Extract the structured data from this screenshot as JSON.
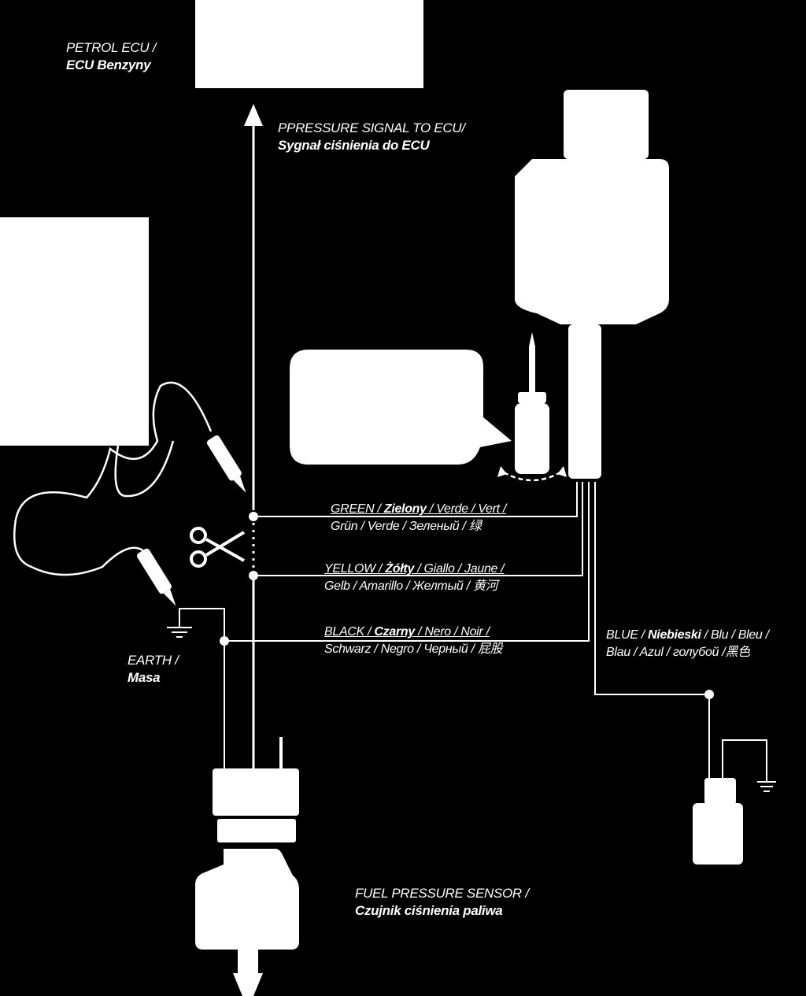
{
  "labels": {
    "petrol_ecu": {
      "line1": "PETROL ECU /",
      "line2": "ECU Benzyny"
    },
    "pressure_signal": {
      "line1": "PPRESSURE SIGNAL TO ECU/",
      "line2": "Sygnał ciśnienia do ECU"
    },
    "green_wire": {
      "en": "GREEN / ",
      "pl": "Zielony",
      "rest1": " / Verde / Vert /",
      "line2": "Grün / Verde / Зеленый / 绿"
    },
    "yellow_wire": {
      "en": "YELLOW / ",
      "pl": "Żółty",
      "rest1": " / Giallo / Jaune /",
      "line2": "Gelb / Amarillo / Желтый / 黄河"
    },
    "black_wire": {
      "en": "BLACK / ",
      "pl": "Czarny",
      "rest1": " / Nero / Noir /",
      "line2": "Schwarz / Negro / Черный / 屁股"
    },
    "blue_wire": {
      "en": "BLUE / ",
      "pl": "Niebieski",
      "rest1": " / Blu / Bleu /",
      "line2": "Blau / Azul / голубой /黑色"
    },
    "earth": {
      "line1": "EARTH /",
      "line2": "Masa"
    },
    "fuel_sensor": {
      "line1": "FUEL PRESSURE SENSOR /",
      "line2": "Czujnik ciśnienia paliwa"
    }
  },
  "icons": [
    "scissors-icon",
    "ground-icon",
    "rotate-arrows-icon",
    "multimeter-probe-icon",
    "screwdriver-icon"
  ],
  "colors": {
    "background": "#000000",
    "foreground": "#ffffff"
  }
}
